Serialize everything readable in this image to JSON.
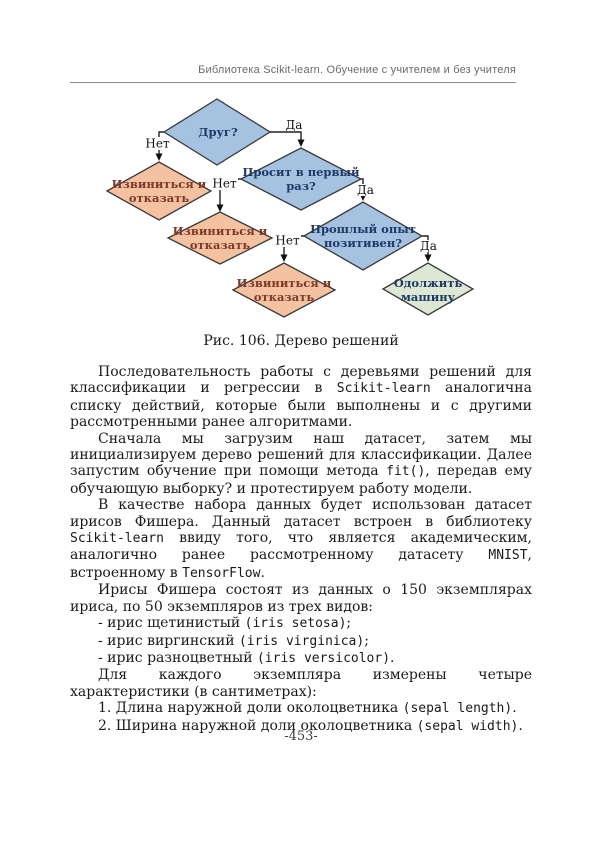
{
  "header": {
    "title": "Библиотека Scikit-learn. Обучение с учителем и без учителя"
  },
  "figure": {
    "caption": "Рис. 106. Дерево решений",
    "yes": "Да",
    "no": "Нет",
    "colors": {
      "blue": "#a5c3e0",
      "orange": "#f4c2a0",
      "green": "#dce8d3",
      "blue_text": "#1f3864",
      "orange_text": "#7b3a2a",
      "green_text": "#1f3864"
    },
    "d1": {
      "l1": "Друг?"
    },
    "d2": {
      "l1": "Извиниться и",
      "l2": "отказать"
    },
    "d3": {
      "l1": "Просит в первый",
      "l2": "раз?"
    },
    "d4": {
      "l1": "Извиниться и",
      "l2": "отказать"
    },
    "d5": {
      "l1": "Прошлый опыт",
      "l2": "позитивен?"
    },
    "d6": {
      "l1": "Извиниться и",
      "l2": "отказать"
    },
    "d7": {
      "l1": "Одолжить",
      "l2": "машину"
    }
  },
  "body": {
    "paragraphs": [
      {
        "runs": [
          {
            "t": "Последовательность работы с деревьями решений для класси­фикации и регрессии в "
          },
          {
            "t": "Scikit-learn",
            "mono": true
          },
          {
            "t": " аналогична списку дейст­вий, которые были выполнены и с другими рассмотренными ра­нее алгоритмами."
          }
        ]
      },
      {
        "runs": [
          {
            "t": "Сначала мы загрузим наш датасет, затем мы инициализируем дерево решений для классификации. Далее запустим обучение при помощи метода "
          },
          {
            "t": "fit()",
            "mono": true
          },
          {
            "t": ", передав ему обучающую выборку? и проте­стируем работу модели."
          }
        ]
      },
      {
        "runs": [
          {
            "t": "В качестве набора данных будет использован датасет ирисов Фишера. Данный датасет встроен в библиотеку "
          },
          {
            "t": "Scikit-learn",
            "mono": true
          },
          {
            "t": " вви­ду того, что является академическим, аналогично ранее рассмо­тренному датасету "
          },
          {
            "t": "MNIST",
            "mono": true
          },
          {
            "t": ", встроенному в "
          },
          {
            "t": "TensorFlow",
            "mono": true
          },
          {
            "t": "."
          }
        ]
      },
      {
        "runs": [
          {
            "t": "Ирисы Фишера состоят из данных о 150 экземплярах ириса, по 50 экземпляров из трех видов:"
          }
        ]
      },
      {
        "runs": [
          {
            "t": "- ирис щетинистый "
          },
          {
            "t": "(iris setosa)",
            "mono": true
          },
          {
            "t": ";"
          }
        ]
      },
      {
        "runs": [
          {
            "t": "- ирис виргинский "
          },
          {
            "t": "(iris virginica)",
            "mono": true
          },
          {
            "t": ";"
          }
        ]
      },
      {
        "runs": [
          {
            "t": "- ирис разноцветный "
          },
          {
            "t": "(iris versicolor)",
            "mono": true
          },
          {
            "t": "."
          }
        ]
      },
      {
        "runs": [
          {
            "t": "Для каждого экземпляра измерены четыре характеристики (в сантиметрах):"
          }
        ]
      },
      {
        "runs": [
          {
            "t": "1. Длина наружной доли околоцветника "
          },
          {
            "t": "(sepal length)",
            "mono": true
          },
          {
            "t": "."
          }
        ]
      },
      {
        "runs": [
          {
            "t": "2. Ширина наружной доли околоцветника "
          },
          {
            "t": "(sepal width)",
            "mono": true
          },
          {
            "t": "."
          }
        ]
      }
    ]
  },
  "footer": {
    "page_number": "-453-"
  }
}
